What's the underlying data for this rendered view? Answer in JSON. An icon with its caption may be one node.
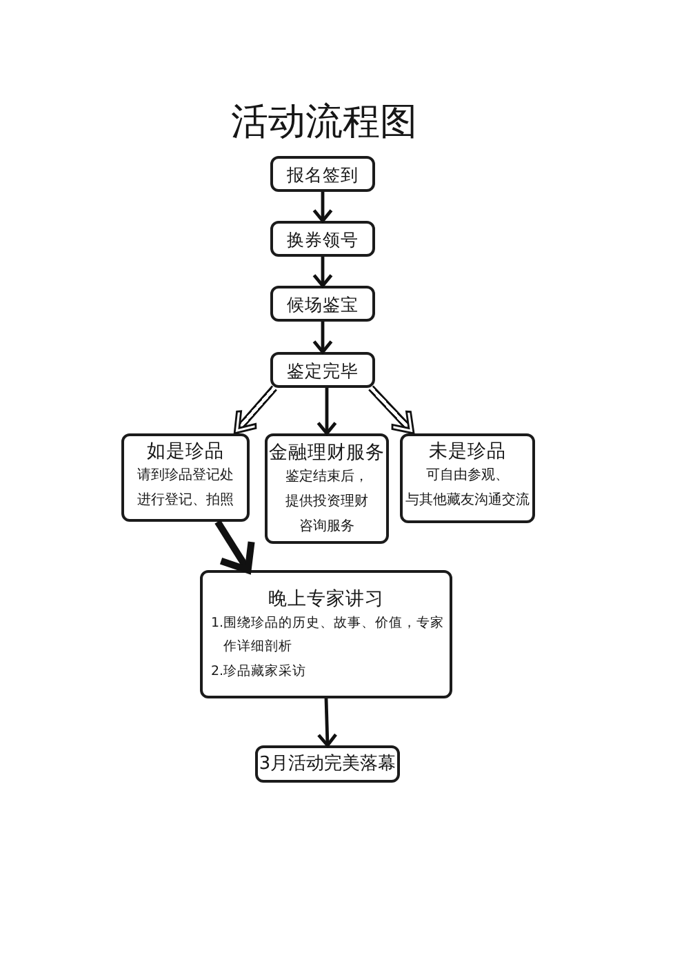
{
  "diagram": {
    "title": "活动流程图",
    "nodes": [
      {
        "text": [
          "报名签到"
        ]
      },
      {
        "text": [
          "换券领号"
        ]
      },
      {
        "text": [
          "候场鉴宝"
        ]
      },
      {
        "text": [
          "鉴定完毕"
        ]
      },
      {
        "text": [
          "如是珍品",
          "请到珍品登记处进行登记、拍照"
        ]
      },
      {
        "text": [
          "金融理财服务",
          "鉴定结束后，提供投资理财咨询服务"
        ]
      },
      {
        "text": [
          "未是珍品",
          "可自由参观、与其他藏友沟通交流"
        ]
      },
      {
        "text": [
          "晚上专家讲习",
          "1.围绕珍品的历史、故事、价值，专家作详细剖析",
          "2.珍品藏家采访"
        ]
      },
      {
        "text": [
          "3月活动完美落幕"
        ]
      }
    ],
    "edges": [
      {
        "from": 0,
        "to": 1,
        "arrow": "to"
      },
      {
        "from": 1,
        "to": 2,
        "arrow": "to"
      },
      {
        "from": 2,
        "to": 3,
        "arrow": "to"
      },
      {
        "from": 3,
        "to": 4,
        "arrow": "to"
      },
      {
        "from": 3,
        "to": 5,
        "arrow": "to"
      },
      {
        "from": 3,
        "to": 6,
        "arrow": "to"
      },
      {
        "from": 4,
        "to": 7,
        "arrow": "to",
        "style": "thick"
      },
      {
        "from": 7,
        "to": 8,
        "arrow": "to"
      }
    ]
  }
}
